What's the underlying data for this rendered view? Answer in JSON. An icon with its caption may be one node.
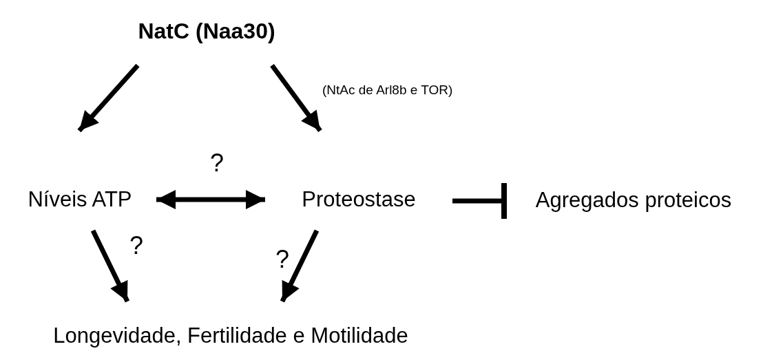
{
  "diagram": {
    "nodes": [
      {
        "text": [
          "NatC (Naa30)"
        ]
      },
      {
        "text": [
          "Níveis ATP"
        ]
      },
      {
        "text": [
          "Proteostase"
        ]
      },
      {
        "text": [
          "Agregados proteicos"
        ]
      },
      {
        "text": [
          "Longevidade, Fertilidade e Motilidade"
        ]
      }
    ],
    "edges": [
      {
        "from": 0,
        "to": 1,
        "arrow": "to"
      },
      {
        "from": 0,
        "to": 2,
        "arrow": "to",
        "label": "(NtAc de Arl8b e TOR)"
      },
      {
        "from": 1,
        "to": 2,
        "arrow": "both",
        "label": "?"
      },
      {
        "from": 2,
        "to": 3,
        "arrow": "other"
      },
      {
        "from": 1,
        "to": 4,
        "arrow": "to",
        "label": "?"
      },
      {
        "from": 2,
        "to": 4,
        "arrow": "to",
        "label": "?"
      }
    ]
  }
}
